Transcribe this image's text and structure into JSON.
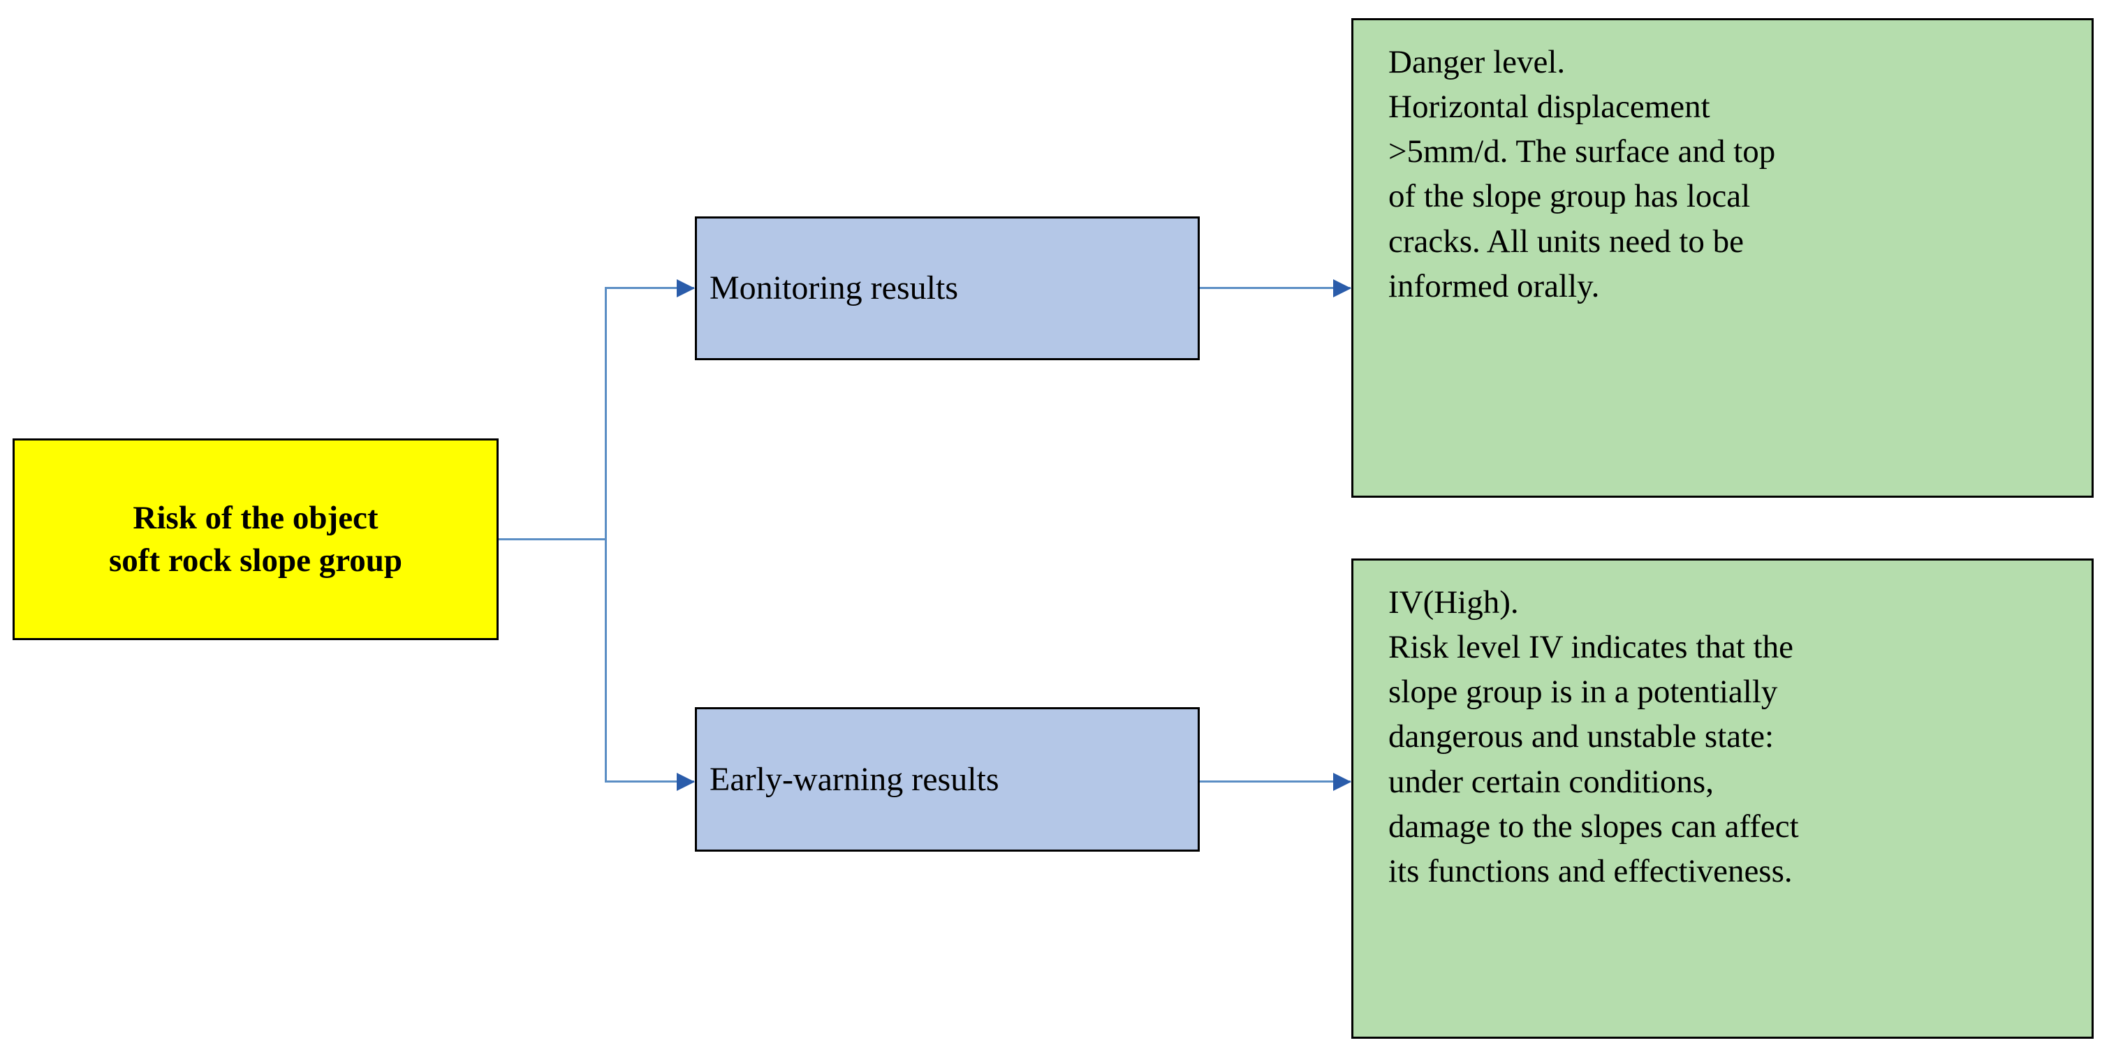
{
  "diagram": {
    "title": "Risk of the object soft rock slope group",
    "type": "flow-diagram",
    "colors": {
      "root_fill": "#ffff00",
      "stage_fill": "#b4c7e7",
      "detail_fill": "#b5ddad",
      "border": "#000000",
      "connector": "#5b8ec4",
      "arrowhead": "#2a5caa"
    },
    "root": {
      "label": "Risk of the object\nsoft rock slope group"
    },
    "branches": [
      {
        "stage_label": "Monitoring results",
        "detail_label": "Danger level.\nHorizontal displacement\n>5mm/d. The surface and top\nof the slope group has local\ncracks. All units need to be\ninformed orally."
      },
      {
        "stage_label": "Early-warning results",
        "detail_label": "IV(High).\nRisk level IV indicates that the\nslope group is in a potentially\ndangerous and unstable state:\nunder certain conditions,\ndamage to the slopes can affect\nits functions and effectiveness."
      }
    ]
  }
}
